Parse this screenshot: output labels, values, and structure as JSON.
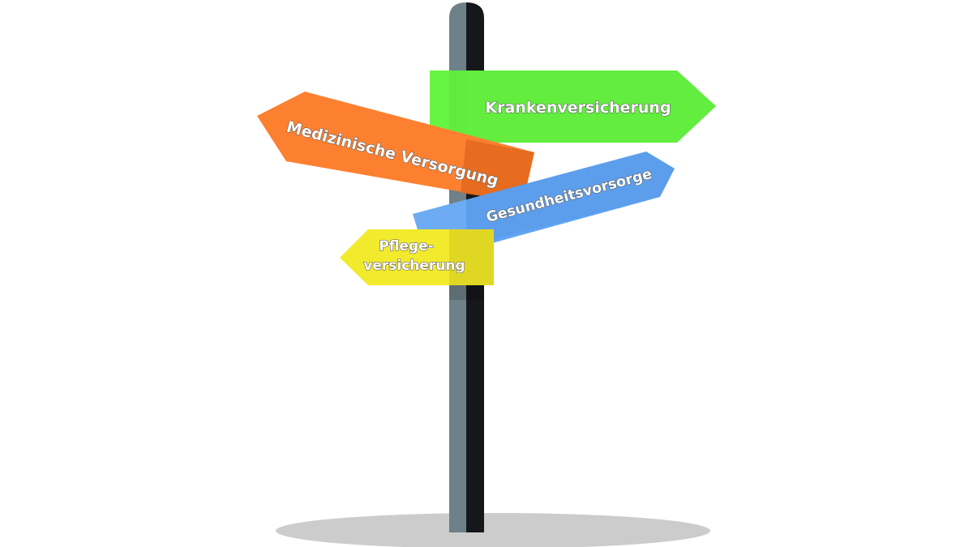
{
  "signpost": {
    "signs": [
      {
        "label": "Krankenversicherung",
        "color": "#66f542",
        "direction": "right"
      },
      {
        "label": "Medizinische Versorgung",
        "color": "#fd8030",
        "direction": "left"
      },
      {
        "label": "Gesundheitsvorsorge",
        "color": "#61a5f3",
        "direction": "right"
      },
      {
        "label_line1": "Pflege-",
        "label_line2": "versicherung",
        "color": "#f2ea2c",
        "direction": "left"
      }
    ],
    "pole_colors": {
      "light": "#6e8088",
      "dark": "#15171a"
    },
    "shadow_color": "#cccccc"
  }
}
